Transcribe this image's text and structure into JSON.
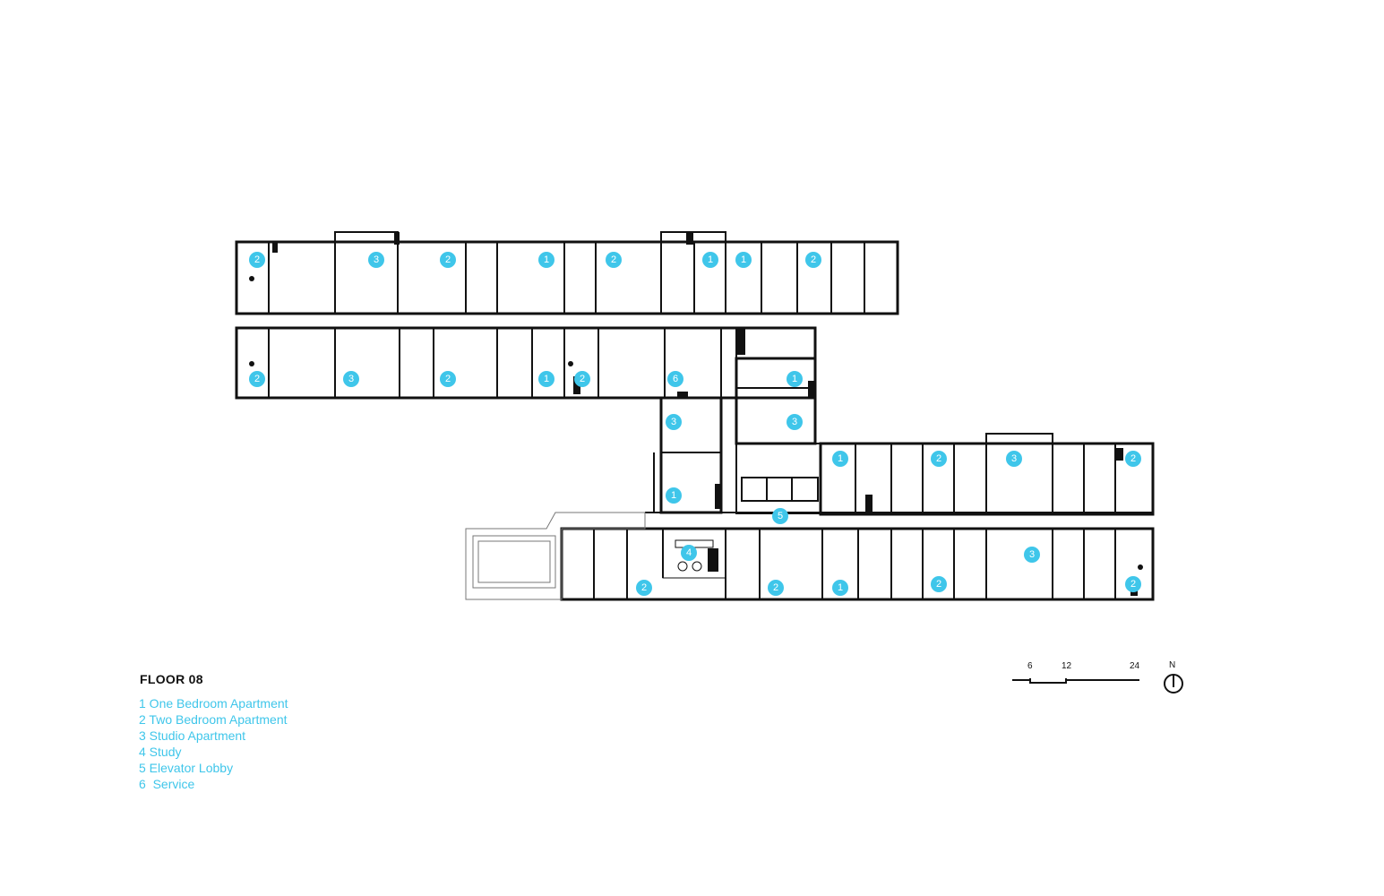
{
  "title": "FLOOR 08",
  "legend": [
    "1 One Bedroom Apartment",
    "2 Two Bedroom Apartment",
    "3 Studio Apartment",
    "4 Study",
    "5 Elevator Lobby",
    "6  Service"
  ],
  "scale_labels": [
    "6",
    "12",
    "24"
  ],
  "north_label": "N",
  "unit_markers": {
    "north_wing_top_row": [
      "2",
      "3",
      "2",
      "1",
      "2",
      "1",
      "1",
      "2"
    ],
    "north_wing_bottom_row": [
      "2",
      "3",
      "2",
      "1",
      "2",
      "6"
    ],
    "central_core": [
      "1",
      "3",
      "3",
      "1",
      "5"
    ],
    "south_wing_top_row": [
      "1",
      "2",
      "3",
      "2"
    ],
    "south_wing_bottom_row": [
      "4",
      "2",
      "2",
      "1",
      "2",
      "3",
      "2"
    ]
  },
  "colors": {
    "accent": "#3fc6ea",
    "wall": "#111111",
    "background": "#ffffff"
  }
}
